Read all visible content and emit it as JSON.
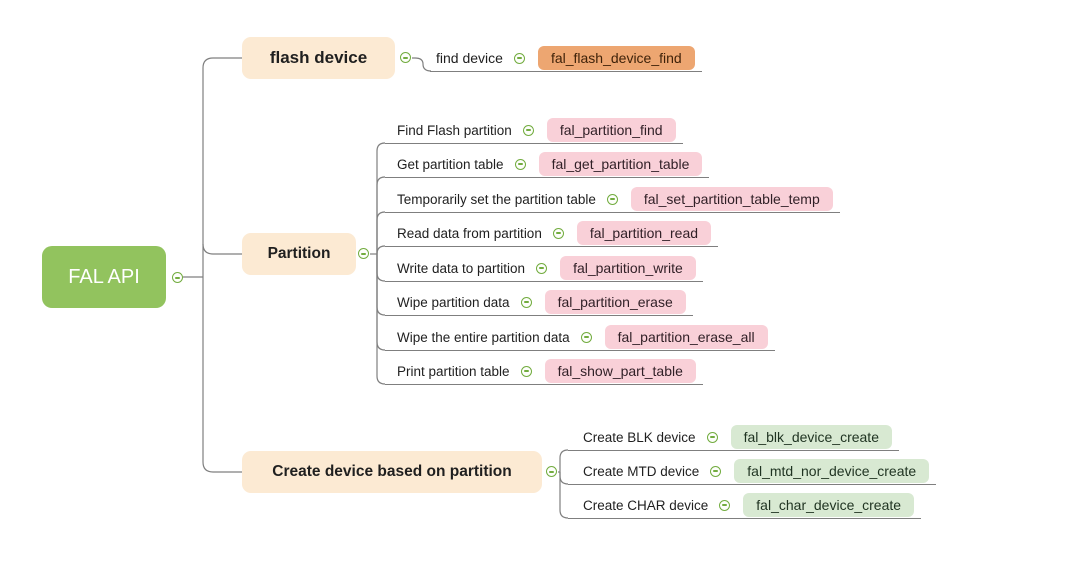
{
  "root": {
    "label": "FAL API"
  },
  "branches": [
    {
      "label": "flash device",
      "children": [
        {
          "label": "find device",
          "func": "fal_flash_device_find",
          "leaf_color": "#EDA671"
        }
      ]
    },
    {
      "label": "Partition",
      "children": [
        {
          "label": "Find Flash partition",
          "func": "fal_partition_find",
          "leaf_color": "#F9D0D8"
        },
        {
          "label": "Get partition table",
          "func": "fal_get_partition_table",
          "leaf_color": "#F9D0D8"
        },
        {
          "label": "Temporarily set the partition table",
          "func": "fal_set_partition_table_temp",
          "leaf_color": "#F9D0D8"
        },
        {
          "label": "Read data from partition",
          "func": "fal_partition_read",
          "leaf_color": "#F9D0D8"
        },
        {
          "label": "Write data to partition",
          "func": "fal_partition_write",
          "leaf_color": "#F9D0D8"
        },
        {
          "label": "Wipe partition data",
          "func": "fal_partition_erase",
          "leaf_color": "#F9D0D8"
        },
        {
          "label": "Wipe the entire partition data",
          "func": "fal_partition_erase_all",
          "leaf_color": "#F9D0D8"
        },
        {
          "label": "Print partition table",
          "func": "fal_show_part_table",
          "leaf_color": "#F9D0D8"
        }
      ]
    },
    {
      "label": "Create device based on partition",
      "children": [
        {
          "label": "Create BLK device",
          "func": "fal_blk_device_create",
          "leaf_color": "#D8E9D2"
        },
        {
          "label": "Create MTD device",
          "func": "fal_mtd_nor_device_create",
          "leaf_color": "#D8E9D2"
        },
        {
          "label": "Create CHAR device",
          "func": "fal_char_device_create",
          "leaf_color": "#D8E9D2"
        }
      ]
    }
  ],
  "icons": {
    "collapse": "minus-circle"
  },
  "colors": {
    "root_bg": "#92C35E",
    "branch_bg": "#FCEAD3",
    "leaf_orange": "#EDA671",
    "leaf_pink": "#F9D0D8",
    "leaf_green": "#D8E9D2",
    "connector": "#7f7f7f",
    "icon_green": "#72AC3F"
  }
}
